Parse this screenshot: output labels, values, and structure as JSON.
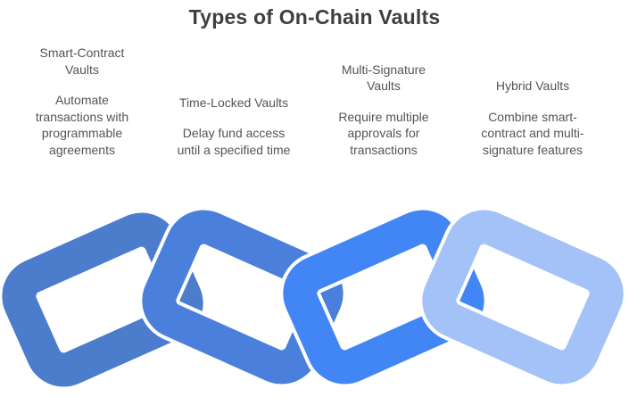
{
  "title": "Types of On-Chain Vaults",
  "columns": [
    {
      "heading": "Smart-Contract\nVaults",
      "body": "Automate\ntransactions with\nprogrammable\nagreements"
    },
    {
      "heading": "Time-Locked Vaults",
      "body": "Delay fund access\nuntil a specified time"
    },
    {
      "heading": "Multi-Signature\nVaults",
      "body": "Require multiple\napprovals for\ntransactions"
    },
    {
      "heading": "Hybrid Vaults",
      "body": "Combine smart-\ncontract and multi-\nsignature features"
    }
  ],
  "chain": {
    "outline": "#ffffff",
    "links": [
      {
        "label": "link-1",
        "color": "#4C7CCC"
      },
      {
        "label": "link-2",
        "color": "#4A80DC"
      },
      {
        "label": "link-3",
        "color": "#4285F4"
      },
      {
        "label": "link-4",
        "color": "#A3C2F7"
      }
    ]
  },
  "colors": {
    "background": "#FFFFFF",
    "title": "#3C4043",
    "text": "#50555A"
  }
}
